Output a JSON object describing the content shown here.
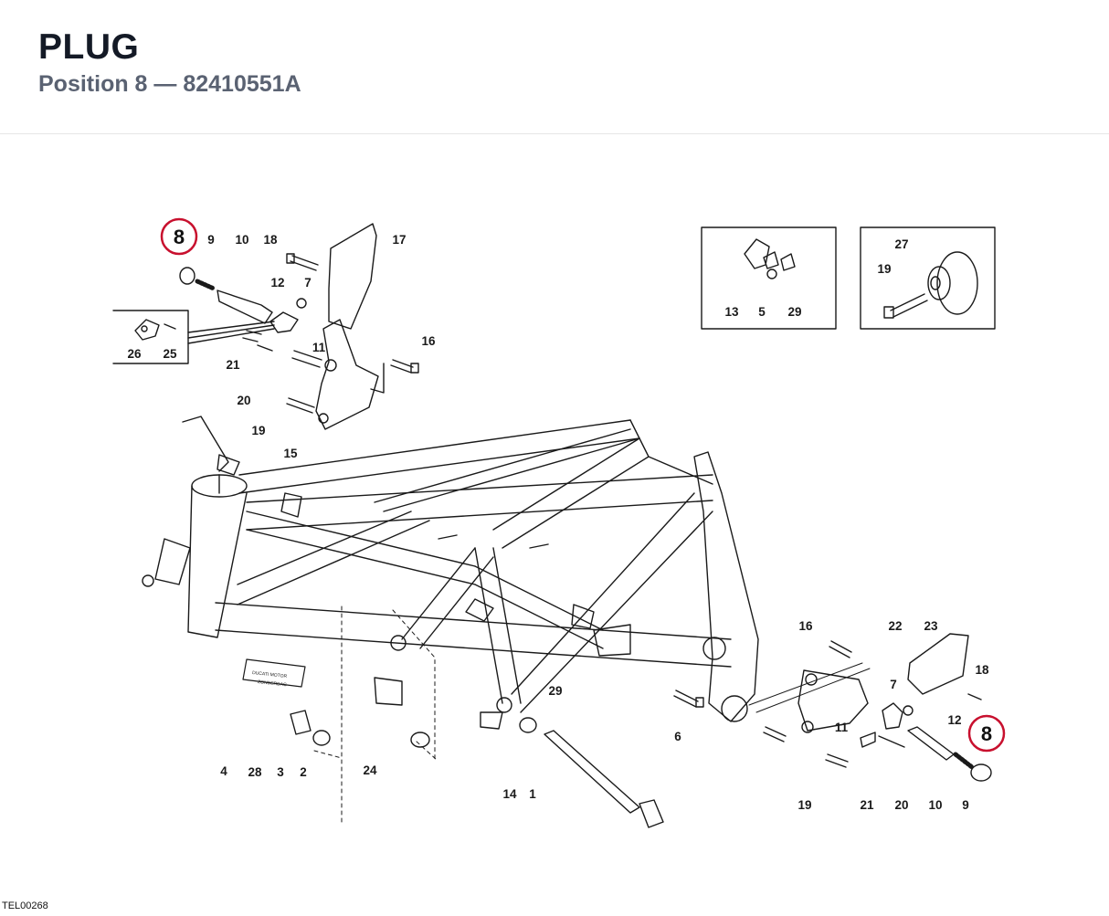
{
  "header": {
    "title": "PLUG",
    "subtitle": "Position 8 — 82410551A"
  },
  "diagram": {
    "ref_code": "TEL00268",
    "highlight_color": "#c8102e",
    "highlighted_labels": [
      "8",
      "8"
    ],
    "callouts": [
      "9",
      "10",
      "18",
      "17",
      "12",
      "7",
      "26",
      "25",
      "11",
      "21",
      "20",
      "16",
      "19",
      "15",
      "13",
      "5",
      "29",
      "27",
      "19",
      "4",
      "28",
      "3",
      "2",
      "24",
      "29",
      "14",
      "1",
      "6",
      "16",
      "22",
      "23",
      "7",
      "18",
      "11",
      "12",
      "19",
      "21",
      "20",
      "10",
      "9"
    ],
    "decal_text": [
      "DUCATI MOTOR",
      "ZONDERDAG"
    ]
  }
}
